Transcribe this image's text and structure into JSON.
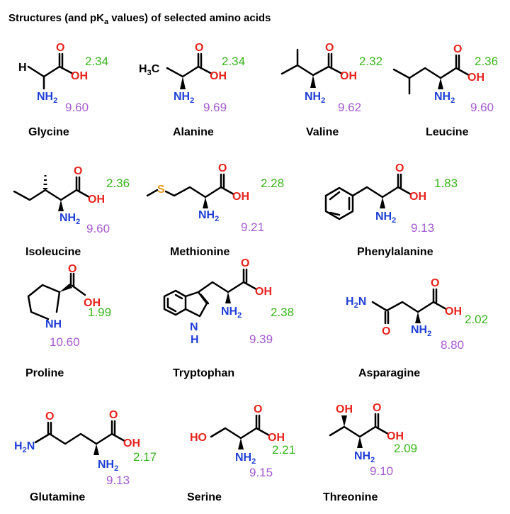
{
  "title": {
    "pre": "Structures (and pK",
    "sub": "a",
    "post": " values)  of selected amino acids"
  },
  "labels": {
    "O": "O",
    "OH": "OH",
    "NH": "NH",
    "N": "N",
    "H": "H",
    "H3": "H",
    "C": "C",
    "S": "S",
    "HO": "HO",
    "H2N": "H",
    "two": "2",
    "three": "3"
  },
  "amino_acids": [
    {
      "name": "Glycine",
      "pka_cooh": "2.34",
      "pka_nh3": "9.60"
    },
    {
      "name": "Alanine",
      "pka_cooh": "2.34",
      "pka_nh3": "9.69"
    },
    {
      "name": "Valine",
      "pka_cooh": "2.32",
      "pka_nh3": "9.62"
    },
    {
      "name": "Leucine",
      "pka_cooh": "2.36",
      "pka_nh3": "9.60"
    },
    {
      "name": "Isoleucine",
      "pka_cooh": "2.36",
      "pka_nh3": "9.60"
    },
    {
      "name": "Methionine",
      "pka_cooh": "2.28",
      "pka_nh3": "9.21"
    },
    {
      "name": "Phenylalanine",
      "pka_cooh": "1.83",
      "pka_nh3": "9.13"
    },
    {
      "name": "Proline",
      "pka_cooh": "1.99",
      "pka_nh3": "10.60"
    },
    {
      "name": "Tryptophan",
      "pka_cooh": "2.38",
      "pka_nh3": "9.39"
    },
    {
      "name": "Asparagine",
      "pka_cooh": "2.02",
      "pka_nh3": "8.80"
    },
    {
      "name": "Glutamine",
      "pka_cooh": "2.17",
      "pka_nh3": "9.13"
    },
    {
      "name": "Serine",
      "pka_cooh": "2.21",
      "pka_nh3": "9.15"
    },
    {
      "name": "Threonine",
      "pka_cooh": "2.09",
      "pka_nh3": "9.10"
    }
  ],
  "colors": {
    "oxygen": "#e8221c",
    "nitrogen": "#1f3fd6",
    "sulfur": "#e89a1e",
    "pka_cooh": "#39b51c",
    "pka_nh3": "#a45bd0"
  }
}
